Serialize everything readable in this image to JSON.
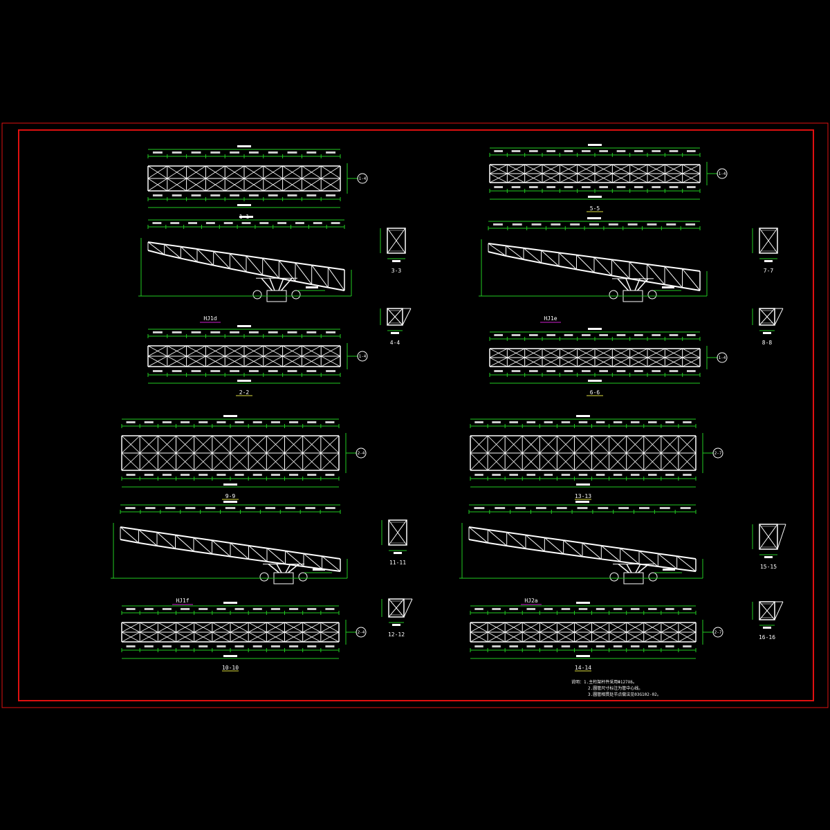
{
  "colors": {
    "background": "#000000",
    "frame": "#e01010",
    "dimension": "#22cc22",
    "member": "#ffffff",
    "magenta": "#d020d0",
    "yellow": "#e0e040"
  },
  "drawing": {
    "truss_labels": [
      "HJ1d",
      "HJ1e",
      "HJ1f",
      "HJ2a"
    ],
    "section_labels": [
      "1-1",
      "2-2",
      "3-3",
      "4-4",
      "5-5",
      "6-6",
      "7-7",
      "8-8",
      "9-9",
      "10-10",
      "11-11",
      "12-12",
      "13-13",
      "14-14",
      "15-15",
      "16-16"
    ],
    "grid_bubbles": [
      "1-4",
      "1-4",
      "1-4",
      "1-4",
      "2-4",
      "2-4",
      "2-7",
      "2-7"
    ],
    "notes": [
      "说明：1.主桁架杆件采用Φ127X6。",
      "2.圆管尺寸标注为管中心线。",
      "3.圆管相贯处节点做法见03G102-02。"
    ]
  }
}
